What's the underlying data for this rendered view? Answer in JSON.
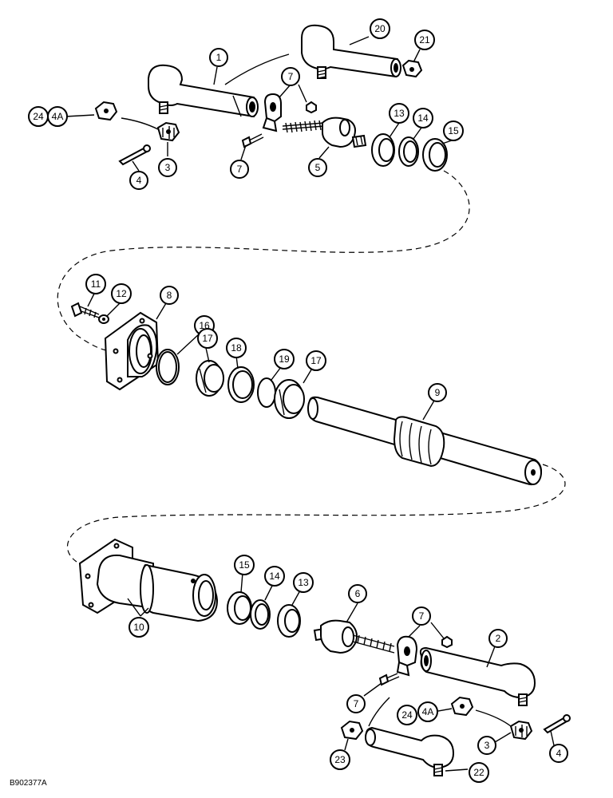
{
  "figure_id": "B902377A",
  "callouts": {
    "c1": "1",
    "c20": "20",
    "c21": "21",
    "c7a": "7",
    "c7b": "7",
    "c24a": "24",
    "c4Aa": "4A",
    "c3a": "3",
    "c4a": "4",
    "c5": "5",
    "c13a": "13",
    "c14a": "14",
    "c15a": "15",
    "c11": "11",
    "c12": "12",
    "c8": "8",
    "c16": "16",
    "c17a": "17",
    "c18": "18",
    "c19": "19",
    "c17b": "17",
    "c9": "9",
    "c15b": "15",
    "c14b": "14",
    "c13b": "13",
    "c6": "6",
    "c7c": "7",
    "c2": "2",
    "c10": "10",
    "c7d": "7",
    "c24b": "24",
    "c4Ab": "4A",
    "c3b": "3",
    "c4b": "4",
    "c23": "23",
    "c22": "22"
  }
}
